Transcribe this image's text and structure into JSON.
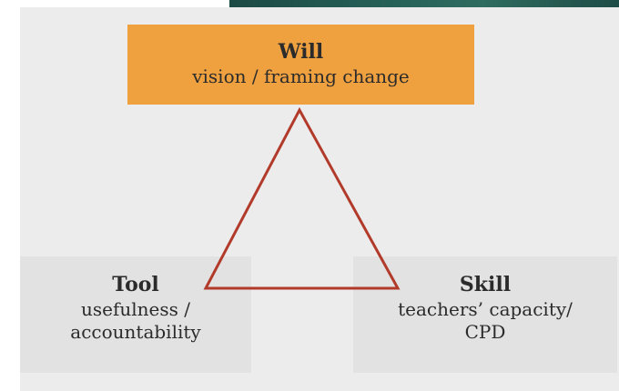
{
  "diagram": {
    "will": {
      "title": "Will",
      "subtitle": "vision / framing change"
    },
    "tool": {
      "title": "Tool",
      "line1": "usefulness /",
      "line2": "accountability"
    },
    "skill": {
      "title": "Skill",
      "line1": "teachers’ capacity/",
      "line2": "CPD"
    },
    "colors": {
      "will_box": "#f0a13f",
      "side_box": "#e2e2e2",
      "background": "#ececec",
      "triangle_stroke": "#b23a2a"
    }
  }
}
